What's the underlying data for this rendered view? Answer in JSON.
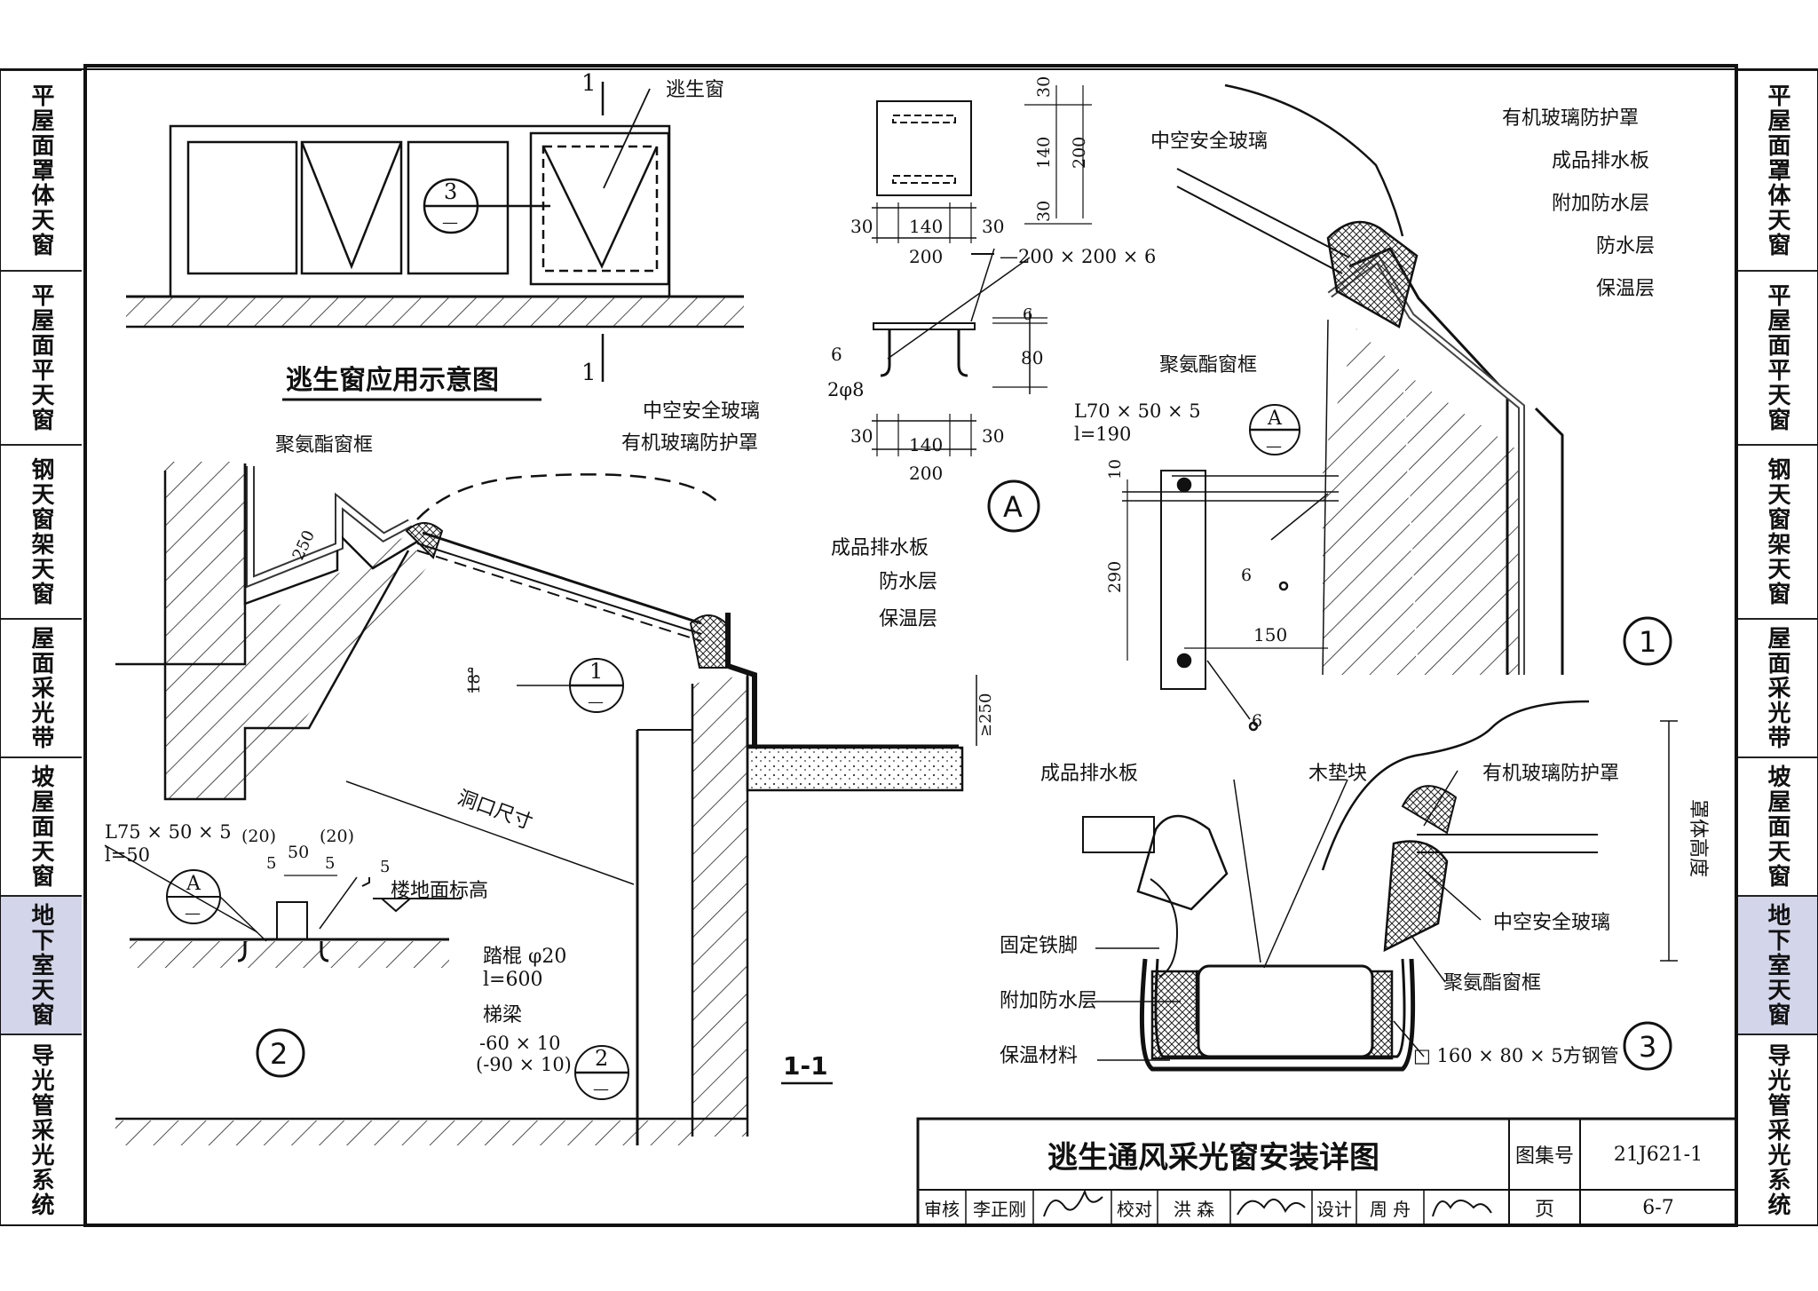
{
  "sidebar": {
    "items": [
      {
        "label": "平屋面罩体天窗",
        "active": false
      },
      {
        "label": "平屋面平天窗",
        "active": false
      },
      {
        "label": "钢天窗架天窗",
        "active": false
      },
      {
        "label": "屋面采光带",
        "active": false
      },
      {
        "label": "坡屋面天窗",
        "active": false
      },
      {
        "label": "地下室天窗",
        "active": true
      },
      {
        "label": "导光管采光系统",
        "active": false
      }
    ]
  },
  "title_block": {
    "title": "逃生通风采光窗安装详图",
    "atlas_label": "图集号",
    "atlas_number": "21J621-1",
    "page_label": "页",
    "page_number": "6-7",
    "review_label": "审核",
    "reviewer": "李正刚",
    "check_label": "校对",
    "checker": "洪 森",
    "design_label": "设计",
    "designer": "周 舟"
  },
  "views": {
    "elevation": {
      "title": "逃生窗应用示意图",
      "window_label": "逃生窗",
      "section_mark": "1",
      "detail_ref_num": "3",
      "detail_ref_den": "—"
    },
    "detail_a": {
      "plate_dim_30a": "30",
      "plate_dim_140": "140",
      "plate_dim_30b": "30",
      "plate_dim_200": "200",
      "plate_spec": "—200 × 200 × 6",
      "weld_6": "6",
      "bar_spec": "2φ8",
      "dim_6": "6",
      "dim_80": "80",
      "marker": "A"
    },
    "section_1_1": {
      "label_frame": "聚氨酯窗框",
      "label_glass": "中空安全玻璃",
      "label_cover": "有机玻璃防护罩",
      "label_drain": "成品排水板",
      "label_waterproof": "防水层",
      "label_insulation": "保温层",
      "dim_250": "250",
      "dim_18": "18°",
      "dim_ge250": "≥250",
      "opening": "洞口尺寸",
      "ref1_num": "1",
      "ref2_num": "2",
      "ref_den": "—",
      "rung_label": "踏棍  φ20",
      "rung_len": "l=600",
      "beam_label": "梯梁",
      "beam_spec1": "-60 × 10",
      "beam_spec2": "(-90 × 10)",
      "section_title": "1-1"
    },
    "detail_2": {
      "angle_spec": "L75 × 50 × 5",
      "angle_len": "l=50",
      "dim_20a": "(20)",
      "dim_50": "50",
      "dim_20b": "(20)",
      "dim_5a": "5",
      "dim_5b": "5",
      "dim_5c": "5",
      "ref_a": "A",
      "ref_den": "—",
      "floor_label": "楼地面标高",
      "marker": "2"
    },
    "detail_1": {
      "label_glass": "中空安全玻璃",
      "label_cover": "有机玻璃防护罩",
      "label_drain": "成品排水板",
      "label_extra_wp": "附加防水层",
      "label_wp": "防水层",
      "label_ins": "保温层",
      "label_frame": "聚氨酯窗框",
      "angle_spec": "L70 × 50 × 5",
      "angle_len": "l=190",
      "dim_30a": "30",
      "dim_140": "140",
      "dim_30b": "30",
      "dim_200": "200",
      "dim_10": "10",
      "dim_290": "290",
      "dim_150": "150",
      "weld_a": "6",
      "weld_b": "6",
      "ref_a": "A",
      "ref_den": "—",
      "marker": "1"
    },
    "detail_3": {
      "label_drain": "成品排水板",
      "label_block": "木垫块",
      "label_cover": "有机玻璃防护罩",
      "label_height": "罩体高度",
      "label_glass": "中空安全玻璃",
      "label_fix": "固定铁脚",
      "label_extra_wp": "附加防水层",
      "label_frame": "聚氨酯窗框",
      "label_ins": "保温材料",
      "label_tube": "□ 160 × 80 × 5方钢管",
      "marker": "3"
    }
  }
}
